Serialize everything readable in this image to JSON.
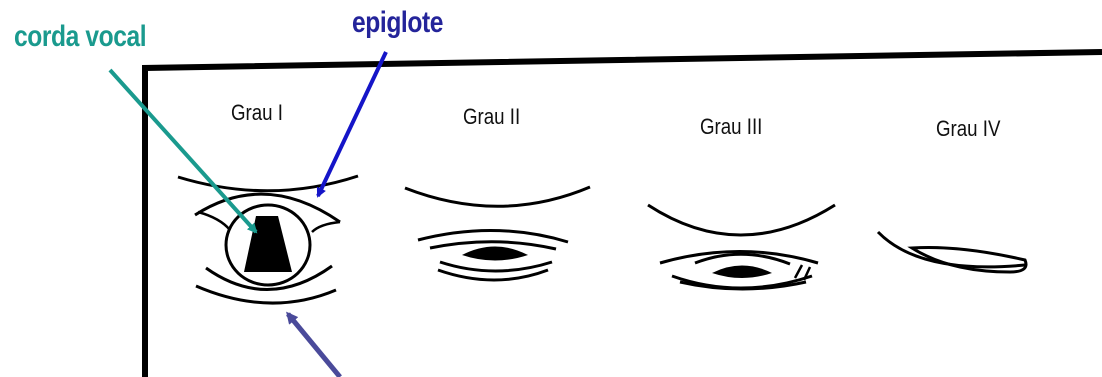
{
  "labels": {
    "vocal_cord": "corda vocal",
    "epiglottis": "epiglote"
  },
  "grades": [
    "Grau I",
    "Grau II",
    "Grau III",
    "Grau IV"
  ],
  "colors": {
    "vocal_cord_label": "#1a9a8e",
    "epiglottis_label": "#24249a",
    "vocal_cord_arrow": "#1a9a8e",
    "epiglottis_arrow": "#1515c8",
    "lower_arrow": "#4a4a9a"
  }
}
